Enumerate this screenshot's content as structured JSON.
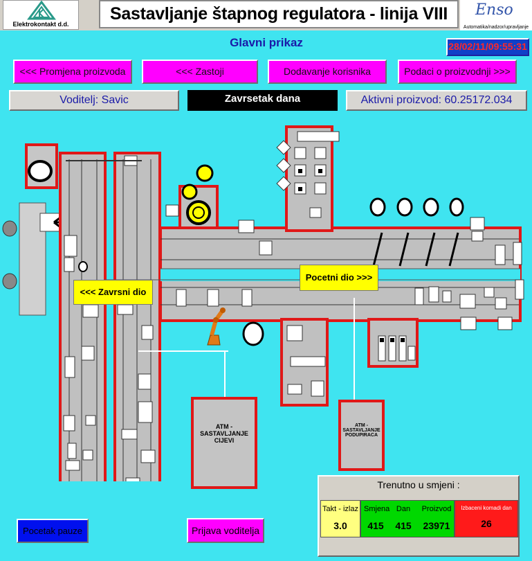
{
  "header": {
    "company_name": "Elektrokontakt d.d.",
    "title": "Sastavljanje štapnog regulatora - linija VIII",
    "brand_logo_text": "Enso",
    "brand_tagline": "Automatika/nadzor/upravljanje"
  },
  "screen": {
    "title": "Glavni prikaz",
    "datetime": "28/02/11/09:55:31"
  },
  "nav": {
    "product_change": "<<<  Promjena proizvoda",
    "stoppages": "<<< Zastoji",
    "add_user": "Dodavanje korisnika",
    "production_data": "Podaci o proizvodnji  >>>"
  },
  "info": {
    "supervisor": "Voditelj: Savic",
    "end_of_day": "Zavrsetak dana",
    "active_product": "Aktivni proizvod: 60.25172.034"
  },
  "plant": {
    "final_section": "<<< Zavrsni dio",
    "start_section": "Pocetni dio  >>>",
    "atm_tubes": [
      "ATM -",
      "SASTAVLJANJE",
      "CIJEVI"
    ],
    "atm_supports": [
      "ATM -",
      "SASTAVLJANJE",
      "PODUPIRACA"
    ]
  },
  "shift": {
    "heading": "Trenutno u smjeni :",
    "takt_label": "Takt - izlaz",
    "takt_value": "3.0",
    "shift_label": "Smjena",
    "shift_value": "415",
    "day_label": "Dan",
    "day_value": "415",
    "production_label": "Proizvod",
    "production_value": "23971",
    "rejected_label": "Izbaceni komadi dan",
    "rejected_value": "26"
  },
  "buttons": {
    "pause_start": "Pocetak pauze",
    "supervisor_login": "Prijava voditelja"
  },
  "colors": {
    "background": "#3fe4f0",
    "nav_button": "#ff00ff",
    "machine_border": "#e01818",
    "section_label": "#ffff00",
    "pause_button": "#0010ee",
    "takt_cell": "#ffff80",
    "ok_cell": "#00d800",
    "reject_cell": "#ff1a1a"
  }
}
